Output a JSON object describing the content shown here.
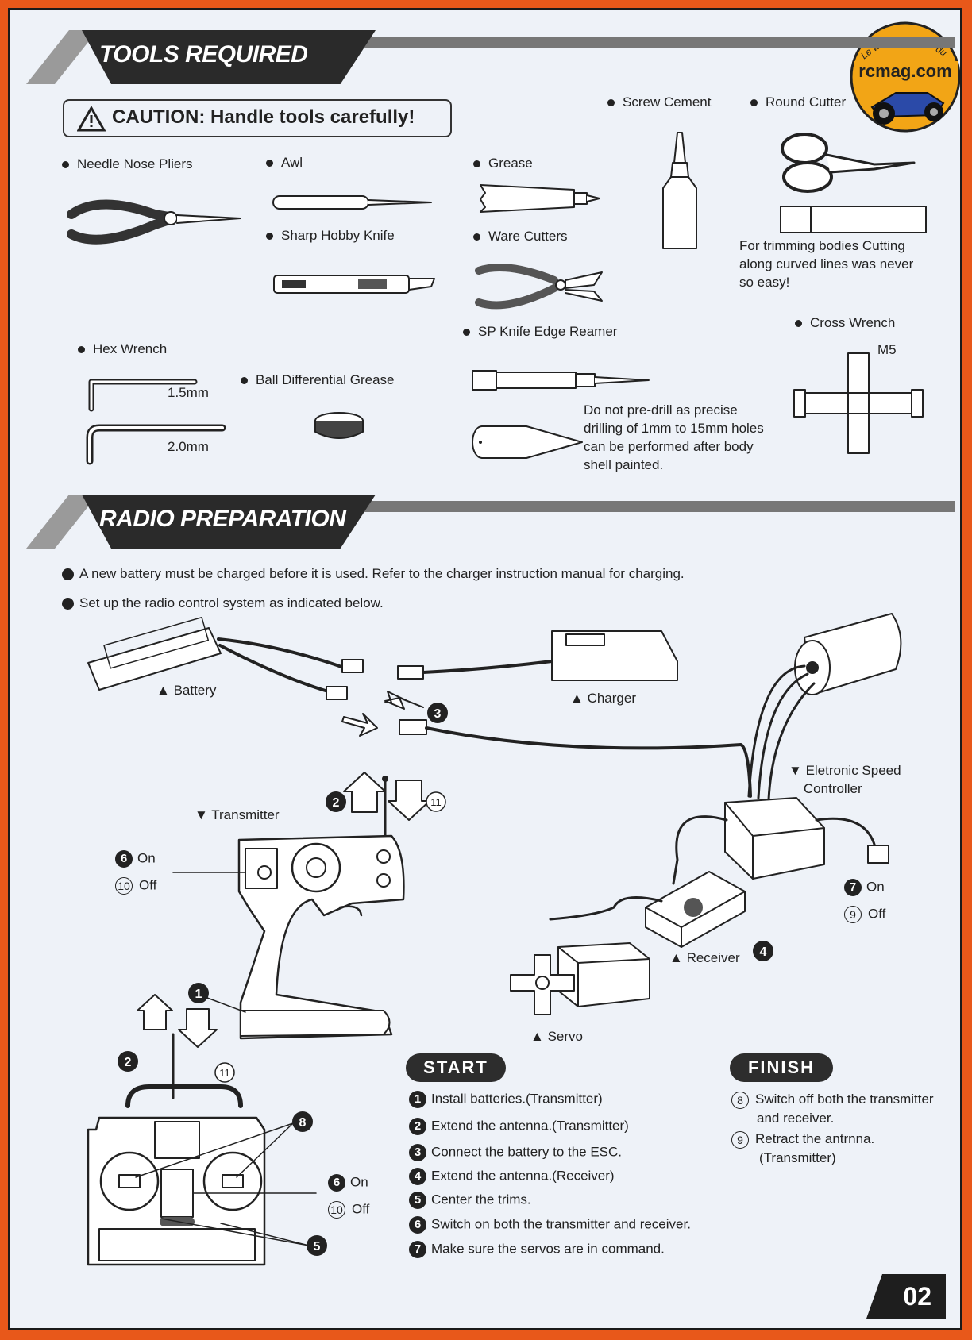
{
  "logo": {
    "text": "rcmag.com",
    "subtext": "Le web magazine du modelisme"
  },
  "tools": {
    "header": "TOOLS REQUIRED",
    "caution": "CAUTION: Handle tools carefully!",
    "needle_nose": "Needle Nose Pliers",
    "awl": "Awl",
    "grease": "Grease",
    "screw_cement": "Screw Cement",
    "round_cutter": "Round Cutter",
    "sharp_knife": "Sharp Hobby Knife",
    "ware_cutters": "Ware Cutters",
    "trim_note": "For trimming bodies Cutting along curved lines was never so easy!",
    "reamer": "SP Knife Edge Reamer",
    "cross_wrench": "Cross Wrench",
    "m5": "M5",
    "hex_wrench": "Hex Wrench",
    "hex_15": "1.5mm",
    "hex_20": "2.0mm",
    "ball_grease": "Ball Differential Grease",
    "reamer_note": "Do not pre-drill as precise drilling of 1mm to 15mm holes can be performed after body shell painted."
  },
  "radio": {
    "header": "RADIO PREPARATION",
    "bullet1": "A new battery must be charged before it is used. Refer to the charger instruction manual for charging.",
    "bullet2": "Set up the radio control system as indicated below.",
    "battery": "Battery",
    "charger": "Charger",
    "esc_line1": "Eletronic Speed",
    "esc_line2": "Controller",
    "transmitter": "Transmitter",
    "receiver": "Receiver",
    "servo": "Servo",
    "on": "On",
    "off": "Off"
  },
  "start": {
    "title": "START",
    "steps": [
      "Install batteries.(Transmitter)",
      "Extend the antenna.(Transmitter)",
      "Connect the battery to the ESC.",
      "Extend the antenna.(Receiver)",
      "Center the trims.",
      "Switch on both the transmitter and receiver.",
      "Make sure the servos are in command."
    ]
  },
  "finish": {
    "title": "FINISH",
    "step8_line1": "Switch off both the transmitter",
    "step8_line2": "and receiver.",
    "step9_line1": "Retract the antrnna.",
    "step9_line2": "(Transmitter)"
  },
  "page_number": "02"
}
